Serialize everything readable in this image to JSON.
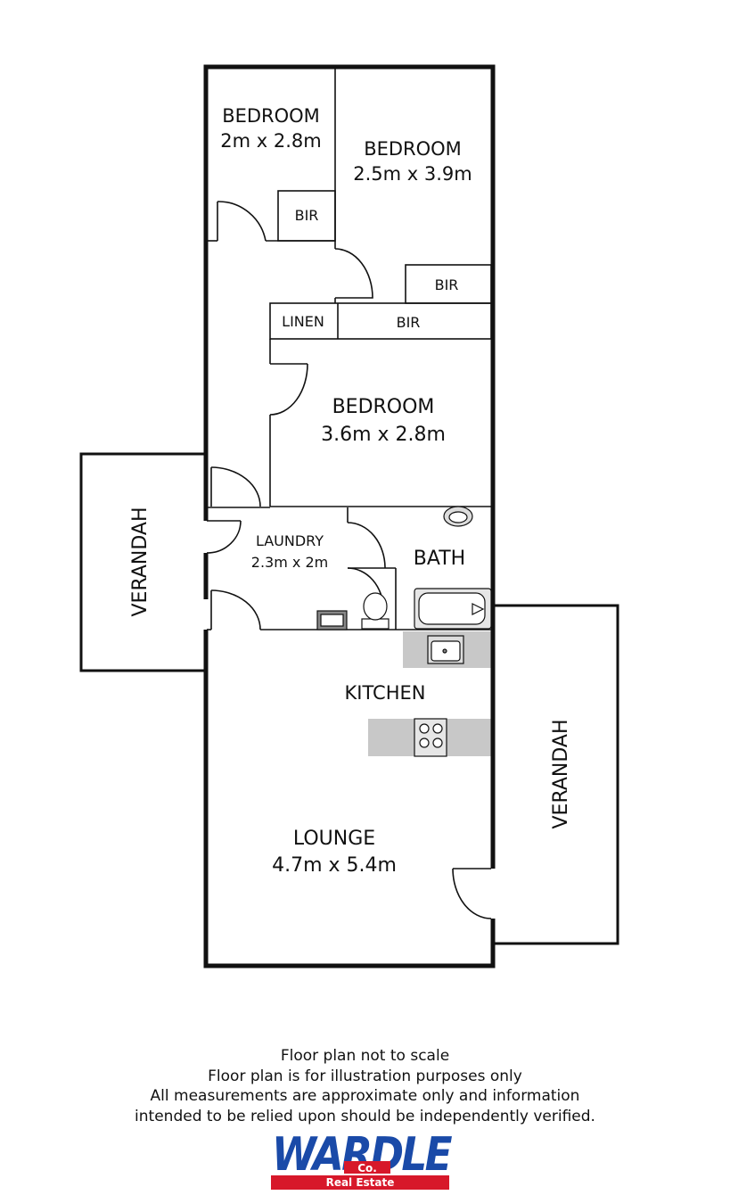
{
  "rooms": {
    "bedroom1": {
      "name": "BEDROOM",
      "size": "2m x 2.8m"
    },
    "bedroom2": {
      "name": "BEDROOM",
      "size": "2.5m x 3.9m"
    },
    "bedroom3": {
      "name": "BEDROOM",
      "size": "3.6m x 2.8m"
    },
    "bir1": "BIR",
    "bir2": "BIR",
    "bir3": "BIR",
    "linen": "LINEN",
    "laundry": {
      "name": "LAUNDRY",
      "size": "2.3m x 2m"
    },
    "bath": "BATH",
    "kitchen": "KITCHEN",
    "lounge": {
      "name": "LOUNGE",
      "size": "4.7m x 5.4m"
    },
    "verandah_left": "VERANDAH",
    "verandah_right": "VERANDAH"
  },
  "disclaimer": [
    "Floor plan not to scale",
    "Floor plan is for illustration purposes only",
    "All measurements are approximate only and information",
    "intended to be relied upon should be independently verified."
  ],
  "logo": {
    "brand": "WARDLE",
    "co": "Co.",
    "tagline": "Real Estate",
    "colors": {
      "blue": "#1a4aa8",
      "red": "#d7182a"
    }
  }
}
